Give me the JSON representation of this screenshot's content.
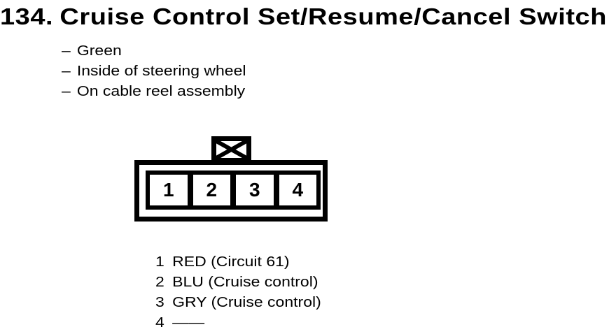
{
  "colors": {
    "ink": "#000000",
    "paper": "#ffffff"
  },
  "header": {
    "number": "134.",
    "title": "Cruise Control Set/Resume/Cancel Switch"
  },
  "notes": {
    "bullet": "–",
    "items": [
      "Green",
      "Inside of steering wheel",
      "On cable reel assembly"
    ]
  },
  "connector": {
    "latch_icon": "crossed-box",
    "pins": [
      "1",
      "2",
      "3",
      "4"
    ]
  },
  "pinout": {
    "rows": [
      {
        "pin": "1",
        "desc": "RED (Circuit 61)"
      },
      {
        "pin": "2",
        "desc": "BLU (Cruise control)"
      },
      {
        "pin": "3",
        "desc": "GRY (Cruise control)"
      },
      {
        "pin": "4",
        "desc": "——"
      }
    ]
  }
}
